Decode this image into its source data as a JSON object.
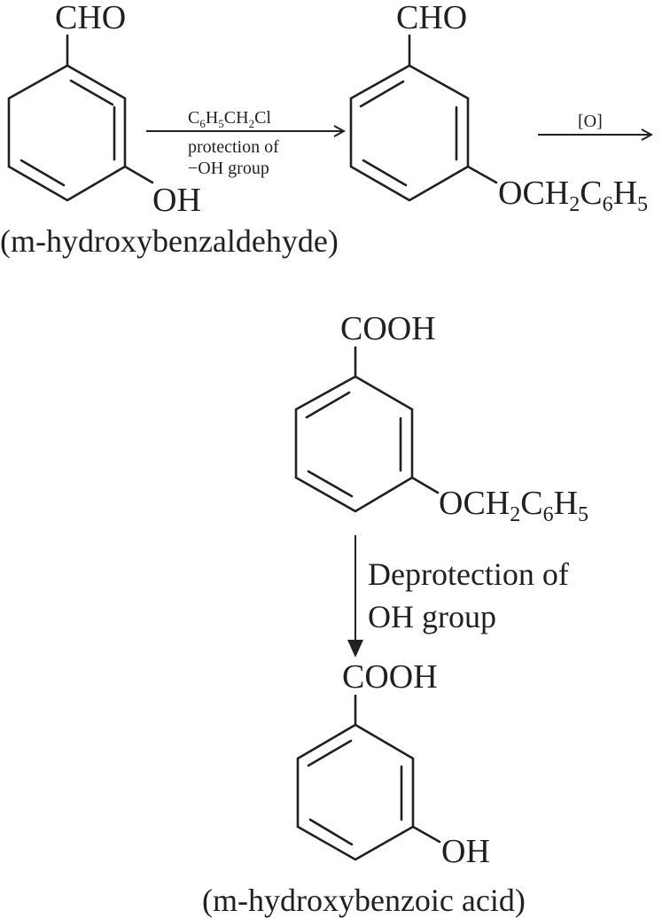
{
  "molecules": {
    "m_hydroxybenzaldehyde": {
      "top_group": "CHO",
      "side_group": "OH",
      "caption": "(m-hydroxybenzaldehyde)"
    },
    "benzyl_ether_aldehyde": {
      "top_group": "CHO",
      "side_group": "OCH2C6H5"
    },
    "benzyl_ether_acid": {
      "top_group": "COOH",
      "side_group": "OCH2C6H5"
    },
    "m_hydroxybenzoic_acid": {
      "top_group": "COOH",
      "side_group": "OH",
      "caption": "(m-hydroxybenzoic acid)"
    }
  },
  "arrows": {
    "step1": {
      "reagent": "C6H5CH2Cl",
      "condition_line1": "protection of",
      "condition_line2": "−OH group"
    },
    "step2": {
      "reagent": "[O]"
    },
    "step3": {
      "condition_line1": "Deprotection of",
      "condition_line2": "OH group"
    }
  }
}
